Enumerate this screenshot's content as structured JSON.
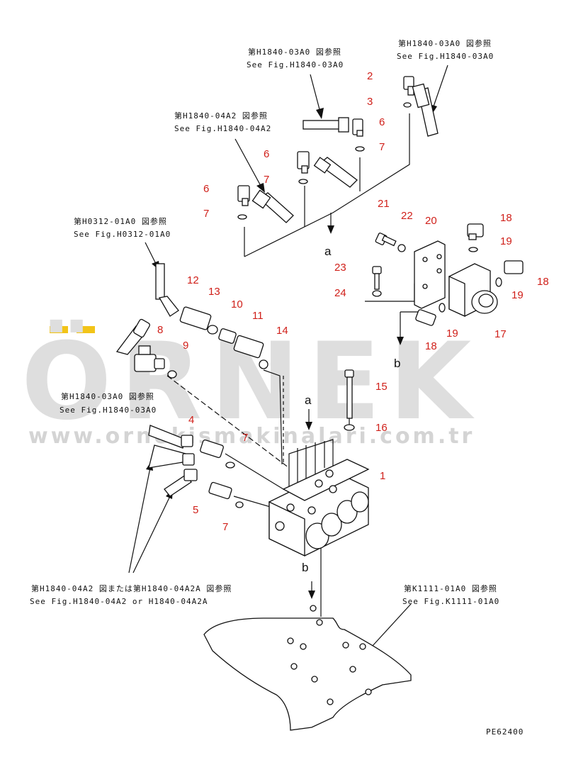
{
  "watermark": {
    "brand": "ÖRNEK",
    "url": "www.ornekismakinalari.com.tr",
    "accent_color": "#f2c418"
  },
  "references": {
    "h1840_03a0_center": {
      "jp": "第H1840-03A0 図参照",
      "en": "See Fig.H1840-03A0"
    },
    "h1840_03a0_right": {
      "jp": "第H1840-03A0 図参照",
      "en": "See Fig.H1840-03A0"
    },
    "h1840_04a2": {
      "jp": "第H1840-04A2 図参照",
      "en": "See Fig.H1840-04A2"
    },
    "h0312_01a0": {
      "jp": "第H0312-01A0 図参照",
      "en": "See Fig.H0312-01A0"
    },
    "h1840_03a0_left": {
      "jp": "第H1840-03A0 図参照",
      "en": "See Fig.H1840-03A0"
    },
    "h1840_04a2_or_04a2a": {
      "jp": "第H1840-04A2 図または第H1840-04A2A 図参照",
      "en": "See Fig.H1840-04A2 or H1840-04A2A"
    },
    "k1111_01a0": {
      "jp": "第K1111-01A0 図参照",
      "en": "See Fig.K1111-01A0"
    }
  },
  "part_numbers": {
    "p1": "1",
    "p2": "2",
    "p3": "3",
    "p4": "4",
    "p5": "5",
    "p6a": "6",
    "p6b": "6",
    "p6c": "6",
    "p7a": "7",
    "p7b": "7",
    "p7c": "7",
    "p7d": "7",
    "p7e": "7",
    "p8": "8",
    "p9": "9",
    "p10": "10",
    "p11": "11",
    "p12": "12",
    "p13": "13",
    "p14": "14",
    "p15": "15",
    "p16": "16",
    "p17": "17",
    "p18a": "18",
    "p18b": "18",
    "p18c": "18",
    "p19a": "19",
    "p19b": "19",
    "p19c": "19",
    "p20": "20",
    "p21": "21",
    "p22": "22",
    "p23": "23",
    "p24": "24"
  },
  "connectors": {
    "a_top": "a",
    "a_mid": "a",
    "b_right": "b",
    "b_bottom": "b"
  },
  "drawing_code": "PE62400"
}
